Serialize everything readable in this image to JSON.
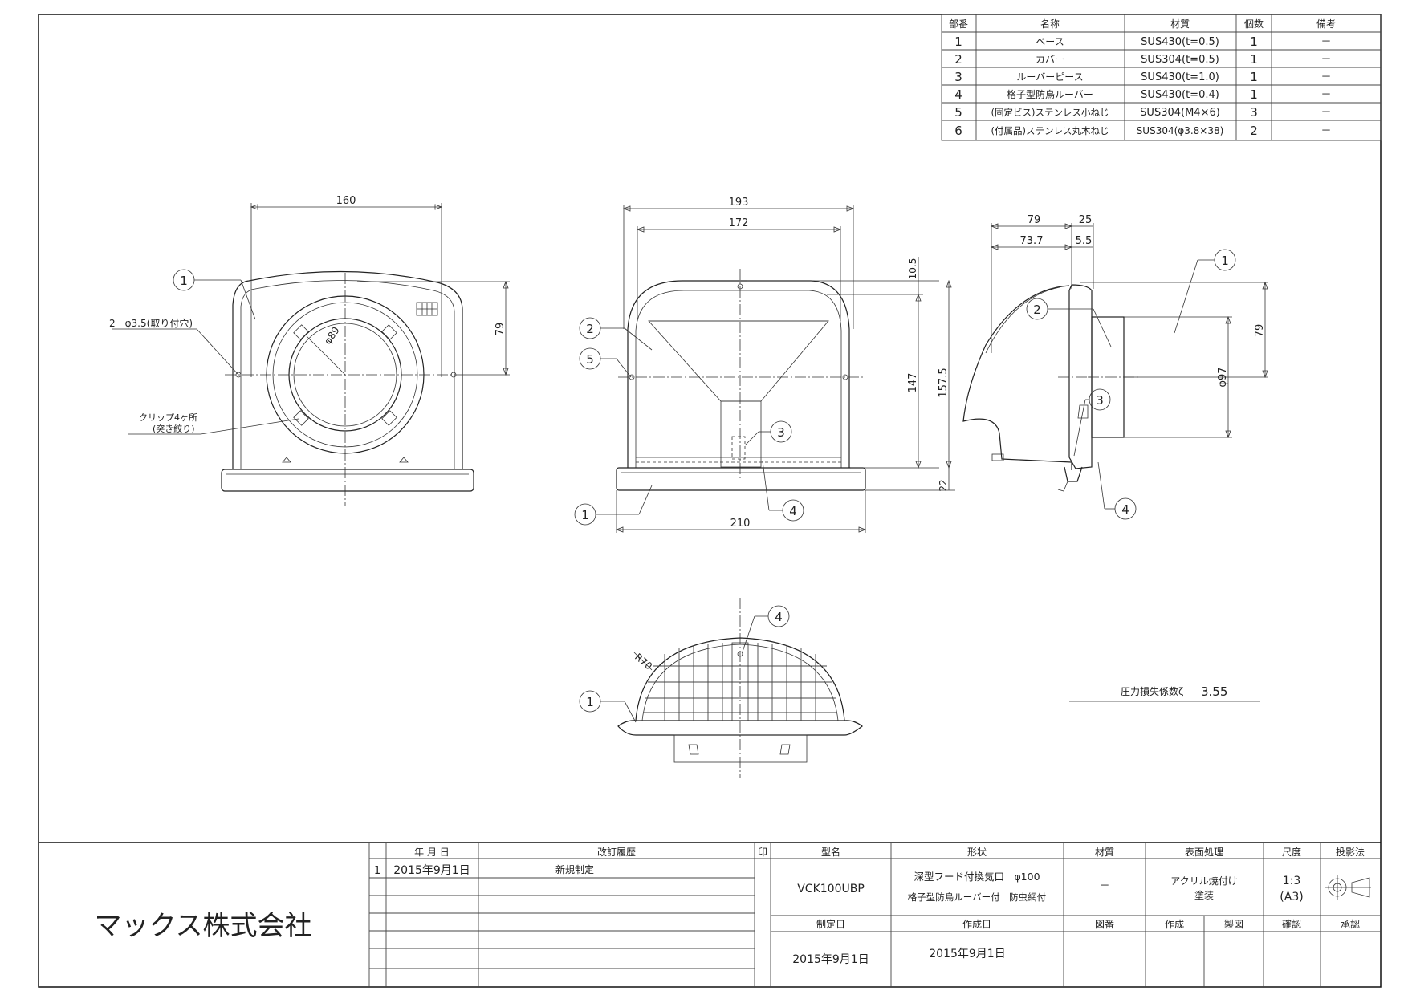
{
  "parts_table": {
    "headers": [
      "部番",
      "名称",
      "材質",
      "個数",
      "備考"
    ],
    "rows": [
      [
        "1",
        "ベース",
        "SUS430(t=0.5)",
        "1",
        "－"
      ],
      [
        "2",
        "カバー",
        "SUS304(t=0.5)",
        "1",
        "－"
      ],
      [
        "3",
        "ルーバーピース",
        "SUS430(t=1.0)",
        "1",
        "－"
      ],
      [
        "4",
        "格子型防鳥ルーバー",
        "SUS430(t=0.4)",
        "1",
        "－"
      ],
      [
        "5",
        "(固定ビス)ステンレス小ねじ",
        "SUS304(M4×6)",
        "3",
        "－"
      ],
      [
        "6",
        "(付属品)ステンレス丸木ねじ",
        "SUS304(φ3.8×38)",
        "2",
        "－"
      ]
    ]
  },
  "front_view": {
    "dim_width": "160",
    "dim_height": "79",
    "dim_diameter": "φ89",
    "note_hole": "2－φ3.5(取り付穴)",
    "note_clip_1": "クリップ4ヶ所",
    "note_clip_2": "(突き絞り)",
    "balloon": "1"
  },
  "side_view": {
    "dim_outer": "193",
    "dim_inner": "172",
    "dim_bottom": "210",
    "dim_top_gap": "10.5",
    "dim_147": "147",
    "dim_157": "157.5",
    "dim_base": "22",
    "balloons": [
      "2",
      "5",
      "3",
      "1",
      "4"
    ]
  },
  "right_view": {
    "dim_79_top": "79",
    "dim_25": "25",
    "dim_73": "73.7",
    "dim_5": "5.5",
    "dim_79_side": "79",
    "dim_97": "φ97",
    "balloons": [
      "1",
      "2",
      "3",
      "4"
    ]
  },
  "bottom_view": {
    "radius": "R70",
    "balloons": [
      "4",
      "1"
    ]
  },
  "pressure_note": {
    "label": "圧力損失係数ζ",
    "value": "3.55"
  },
  "title_block": {
    "company": "マックス株式会社",
    "rev_headers": [
      "年 月 日",
      "改訂履歴",
      "印"
    ],
    "rev_no": "1",
    "rev_date": "2015年9月1日",
    "rev_note": "新規制定",
    "h_model": "型名",
    "h_shape": "形状",
    "h_material": "材質",
    "h_surface": "表面処理",
    "h_scale": "尺度",
    "h_projection": "投影法",
    "model": "VCK100UBP",
    "shape_1": "深型フード付換気口　φ100",
    "shape_2": "格子型防鳥ルーバー付　防虫網付",
    "material": "－",
    "surface_1": "アクリル焼付け",
    "surface_2": "塗装",
    "scale_1": "1:3",
    "scale_2": "(A3)",
    "h_made_date": "制定日",
    "h_created_date": "作成日",
    "h_drawing_no": "図番",
    "h_author": "作成",
    "h_drafter": "製図",
    "h_checker": "確認",
    "h_approver": "承認",
    "made_date": "2015年9月1日",
    "created_date": "2015年9月1日"
  }
}
